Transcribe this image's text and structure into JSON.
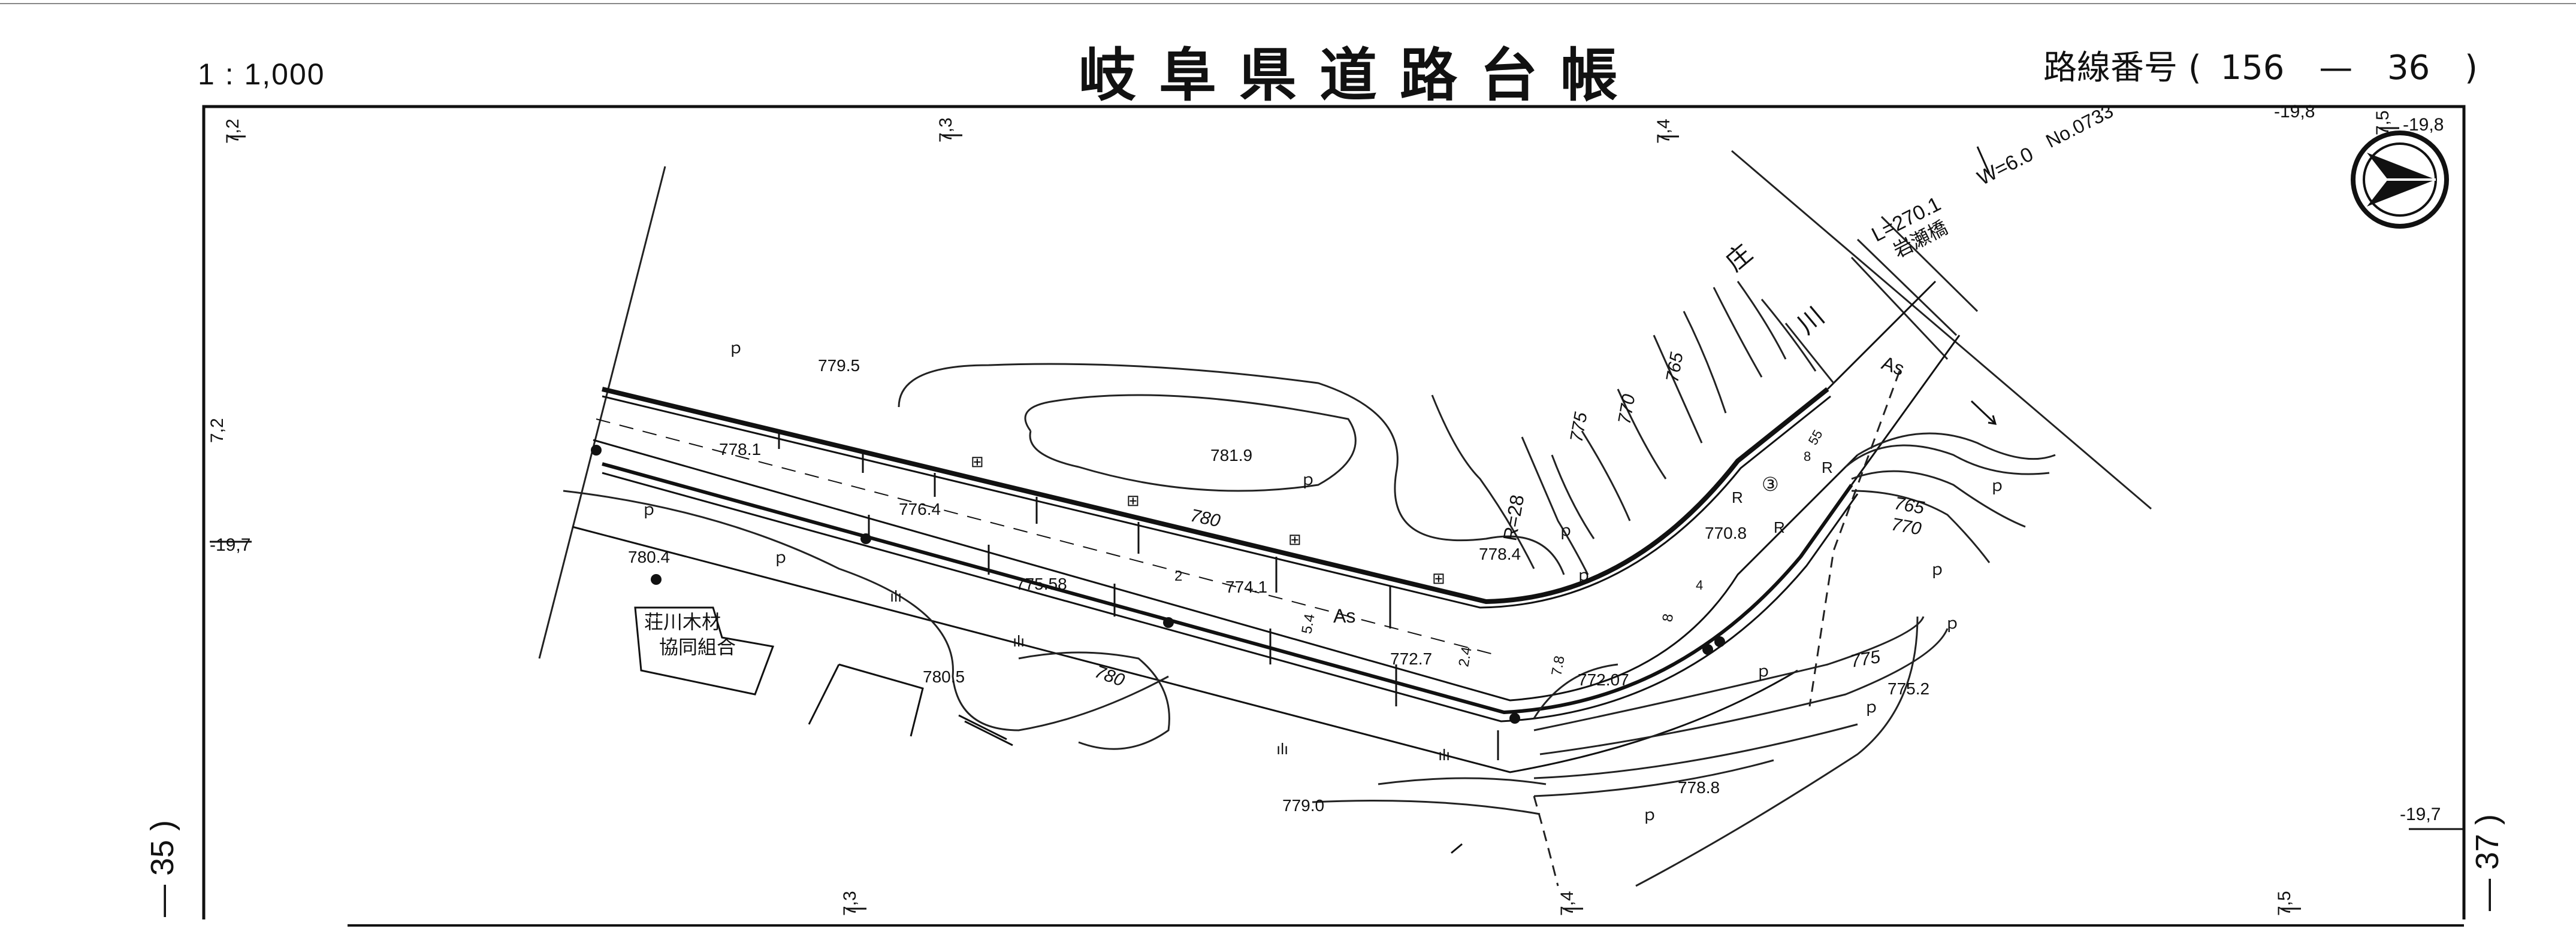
{
  "header": {
    "scale": "1 : 1,000",
    "title": "岐阜県道路台帳",
    "route_label": "路線番号",
    "route_open": "(",
    "route_main": "156",
    "route_dash": "—",
    "route_sub": "36",
    "route_close": ")"
  },
  "adjacent_sheets": {
    "left": "— 35 )",
    "right": "— 37 )"
  },
  "grid_labels": {
    "top_72": "7,2",
    "top_73": "7,3",
    "top_74": "7,4",
    "top_75": "7,5",
    "top_198_left": "-19,8",
    "top_198_right": "-19,8",
    "left_72": "7,2",
    "left_197": "-19,7",
    "right_197": "-19,7",
    "bottom_73": "7,3",
    "bottom_74": "7,4",
    "bottom_75": "7,5"
  },
  "bridge": {
    "length": "L=270.1",
    "width": "W=6.0",
    "number": "No.0733",
    "name": "岩瀬橋"
  },
  "river": {
    "char1": "庄",
    "char2": "川"
  },
  "building": {
    "line1": "荘川木材",
    "line2": "協同組合"
  },
  "elevations": {
    "e7795": "779.5",
    "e7819": "781.9",
    "e7781": "778.1",
    "e7764": "776.4",
    "e7741": "774.1",
    "e7755": "775.58",
    "e7804": "780.4",
    "e7805": "780.5",
    "e7727": "772.7",
    "e7784": "778.4",
    "e7808": "770.8",
    "e7720": "772.07",
    "e7752": "775.2",
    "e7788": "778.8",
    "e7790": "779.0"
  },
  "contours": {
    "c780a": "780",
    "c780b": "780",
    "c775a": "775",
    "c770a": "770",
    "c765a": "765",
    "c765b": "765",
    "c770b": "770",
    "c775b": "775"
  },
  "road_marks": {
    "radius": "R=28",
    "surface1": "As",
    "surface2": "As",
    "w54": "5.4",
    "w24": "2.4",
    "w78": "7.8",
    "w2": "2",
    "w8": "8",
    "r1": "R",
    "r2": "R",
    "r3": "R",
    "three": "③",
    "n8": "8",
    "n4": "4",
    "n55": "55"
  }
}
